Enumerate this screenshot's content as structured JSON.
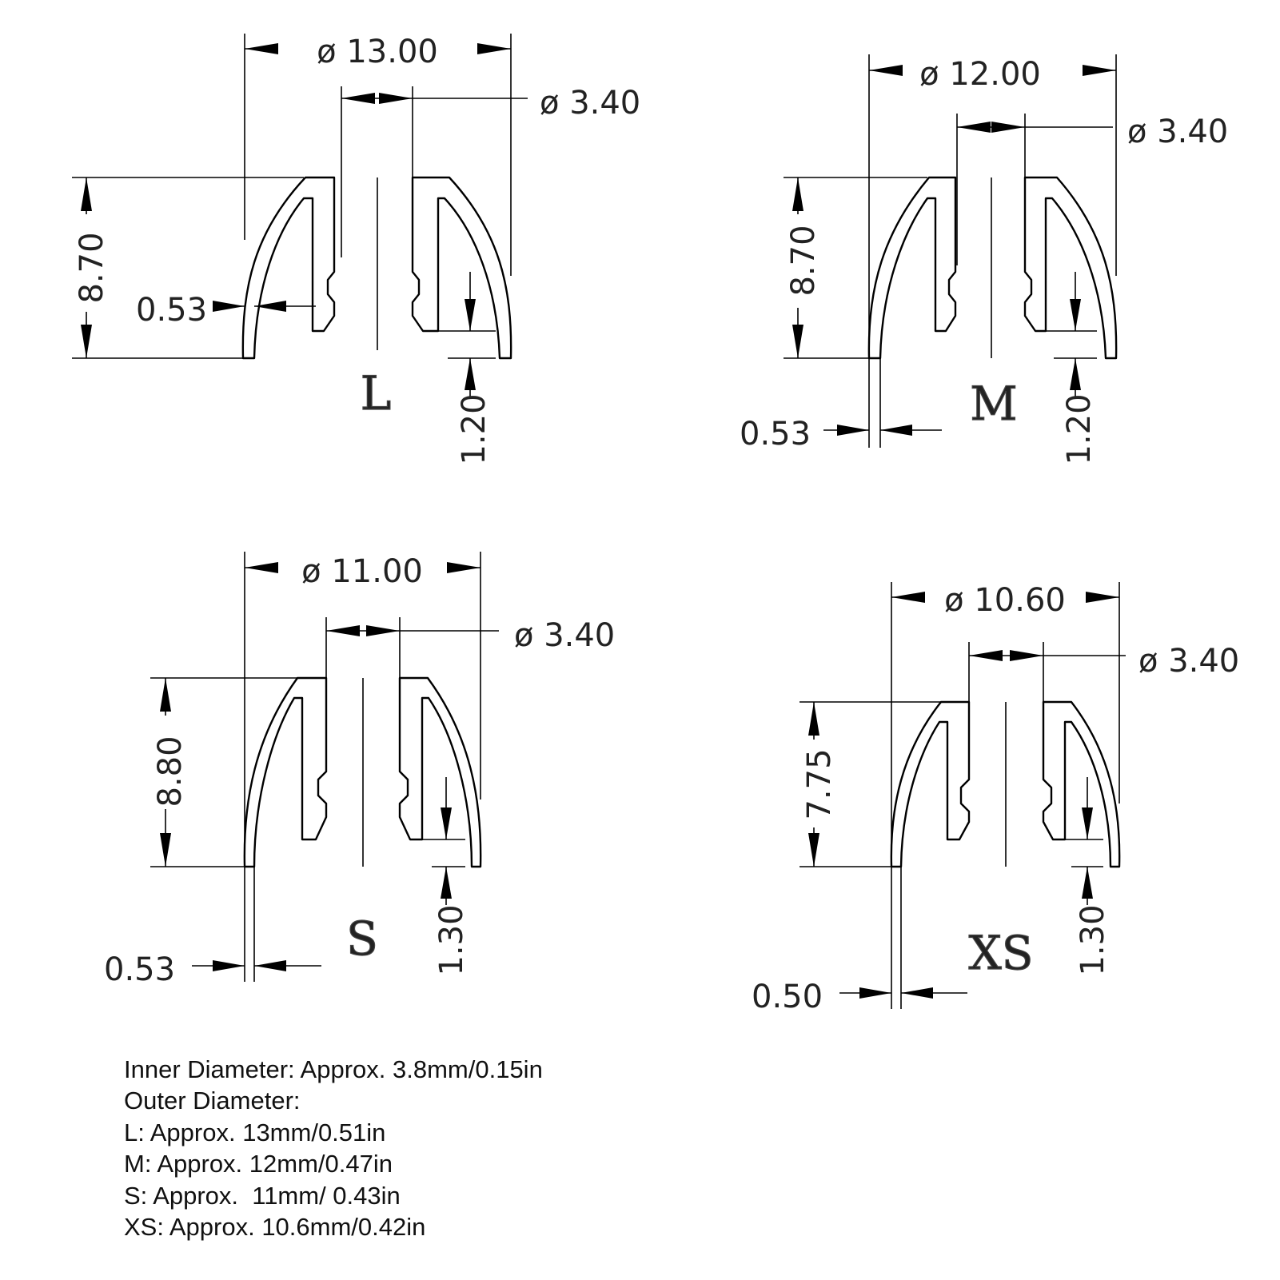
{
  "parts": [
    {
      "size": "L",
      "outer_dia": "ø 13.00",
      "inner_dia": "ø 3.40",
      "height": "8.70",
      "wall": "0.53",
      "tip": "1.20"
    },
    {
      "size": "M",
      "outer_dia": "ø 12.00",
      "inner_dia": "ø 3.40",
      "height": "8.70",
      "wall": "0.53",
      "tip": "1.20"
    },
    {
      "size": "S",
      "outer_dia": "ø 11.00",
      "inner_dia": "ø 3.40",
      "height": "8.80",
      "wall": "0.53",
      "tip": "1.30"
    },
    {
      "size": "XS",
      "outer_dia": "ø 10.60",
      "inner_dia": "ø 3.40",
      "height": "7.75",
      "wall": "0.50",
      "tip": "1.30"
    }
  ],
  "specs": {
    "inner": "Inner Diameter: Approx. 3.8mm/0.15in",
    "outer_heading": "Outer Diameter:",
    "L": "L: Approx. 13mm/0.51in",
    "M": "M: Approx. 12mm/0.47in",
    "S": "S: Approx.  11mm/ 0.43in",
    "XS": "XS: Approx. 10.6mm/0.42in"
  }
}
